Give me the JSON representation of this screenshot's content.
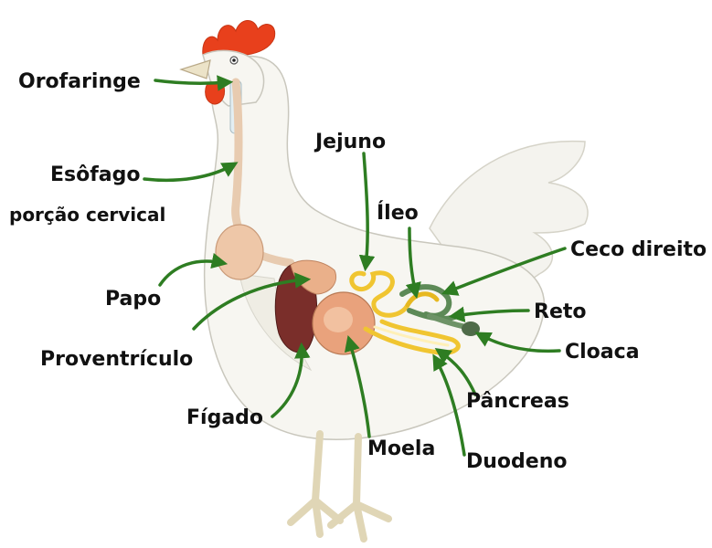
{
  "labels": {
    "orofaringe": "Orofaringe",
    "esofago_1": "Esôfago",
    "esofago_2": "porção cervical",
    "papo": "Papo",
    "proventriculo": "Proventrículo",
    "figado": "Fígado",
    "moela": "Moela",
    "jejuno": "Jejuno",
    "ileo": "Íleo",
    "ceco_direito": "Ceco direito",
    "reto": "Reto",
    "cloaca": "Cloaca",
    "pancreas": "Pâncreas",
    "duodeno": "Duodeno"
  },
  "colors": {
    "arrow": "#2e7d22",
    "body": "#f7f6f1",
    "outline": "#c9c7bd",
    "comb": "#e8401c",
    "liver": "#7a2e2a",
    "gizzard": "#e9a27c",
    "esophagus": "#e8cbb0",
    "intestine_yellow": "#f0c531",
    "ceca_green": "#5d8a57",
    "cloaca_green": "#4f6b49",
    "legs": "#ece3c8"
  }
}
